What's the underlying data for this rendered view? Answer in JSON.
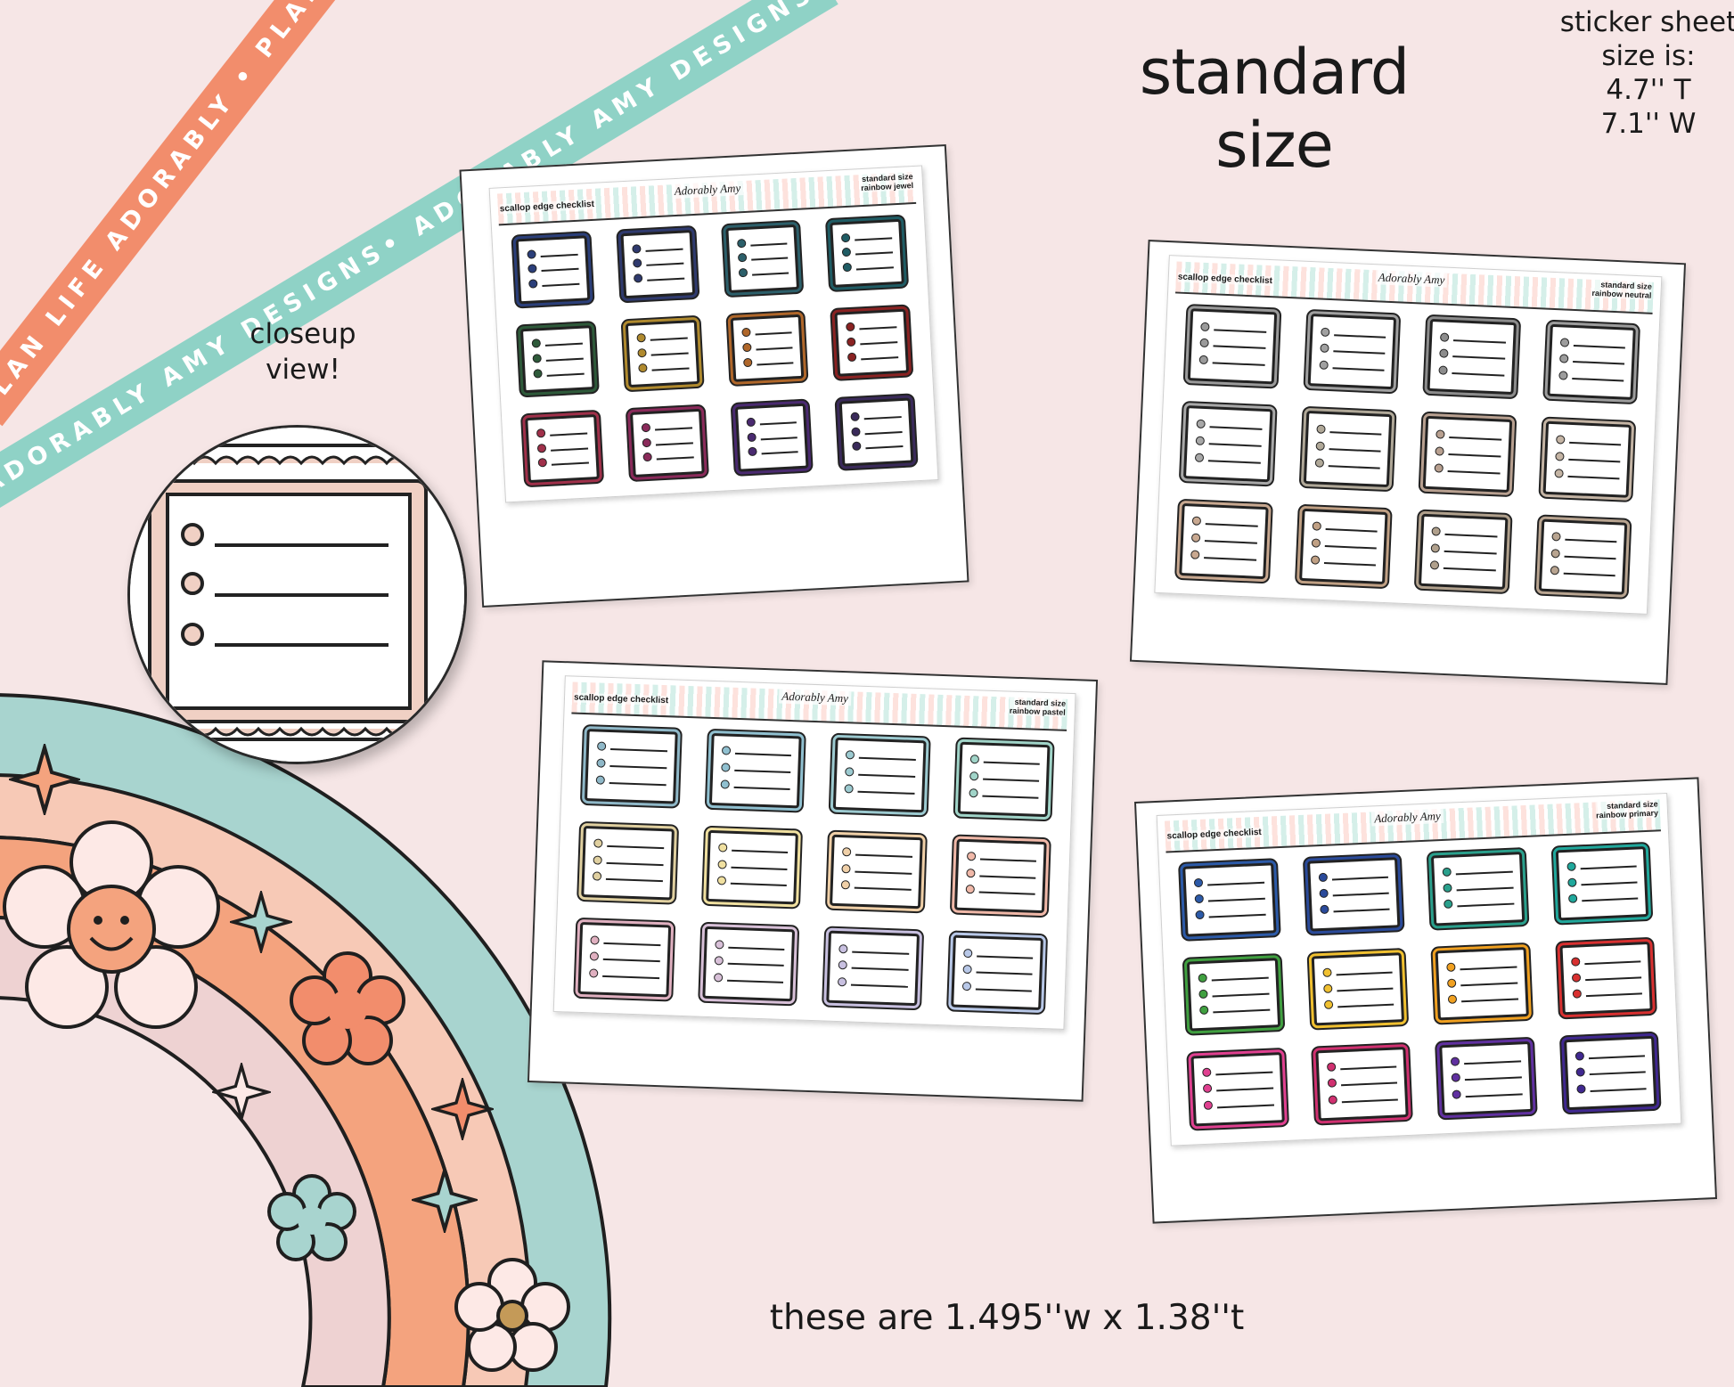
{
  "ribbons": {
    "orange_text": "PLAN LIFE ADORABLY • PLAN LIFE ADORABLY • PLAN LIFE ADORABLY •",
    "teal_text": "ADORABLY AMY DESIGNS• ADORABLY AMY DESIGNS• ADORABLY AMY DESIGNS•"
  },
  "headline": {
    "line1": "standard",
    "line2": "size"
  },
  "sheet_size": {
    "line1": "sticker sheet",
    "line2": "size is:",
    "line3": "4.7'' T",
    "line4": "7.1'' W"
  },
  "closeup": {
    "line1": "closeup",
    "line2": "view!"
  },
  "caption": "these are 1.495''w x 1.38''t",
  "sheets": [
    {
      "name": "scallop edge checklist",
      "brand": "Adorably Amy",
      "size_label": "standard size",
      "variant": "rainbow jewel",
      "colors": [
        "#2b3f7a",
        "#2f3a6e",
        "#2c5f6a",
        "#1f5c64",
        "#2e5a3a",
        "#b08a2e",
        "#b0672a",
        "#8a2222",
        "#a0304a",
        "#8a2a5a",
        "#4a2a70",
        "#3a2a5a"
      ]
    },
    {
      "name": "scallop edge checklist",
      "brand": "Adorably Amy",
      "size_label": "standard size",
      "variant": "rainbow neutral",
      "colors": [
        "#9a9a9a",
        "#a0a0a0",
        "#8c8c8c",
        "#9c9c9c",
        "#a8a8a8",
        "#b0a898",
        "#b8a090",
        "#c4b4a4",
        "#c8a890",
        "#c0a084",
        "#b0a08c",
        "#b8a490"
      ]
    },
    {
      "name": "scallop edge checklist",
      "brand": "Adorably Amy",
      "size_label": "standard size",
      "variant": "rainbow pastel",
      "colors": [
        "#8fb8c8",
        "#90c0d0",
        "#9ccad0",
        "#a0d4c8",
        "#e0d0a0",
        "#f0e0a0",
        "#f0d0a8",
        "#f0b8a8",
        "#e0b0c0",
        "#d8c0d8",
        "#c8c0e0",
        "#b8c8e8"
      ]
    },
    {
      "name": "scallop edge checklist",
      "brand": "Adorably Amy",
      "size_label": "standard size",
      "variant": "rainbow primary",
      "colors": [
        "#2c5aa8",
        "#2a4a9a",
        "#2aa08c",
        "#20a89c",
        "#40a040",
        "#f0c030",
        "#f0a020",
        "#d83030",
        "#e04090",
        "#d03070",
        "#6030a0",
        "#402890"
      ]
    }
  ]
}
